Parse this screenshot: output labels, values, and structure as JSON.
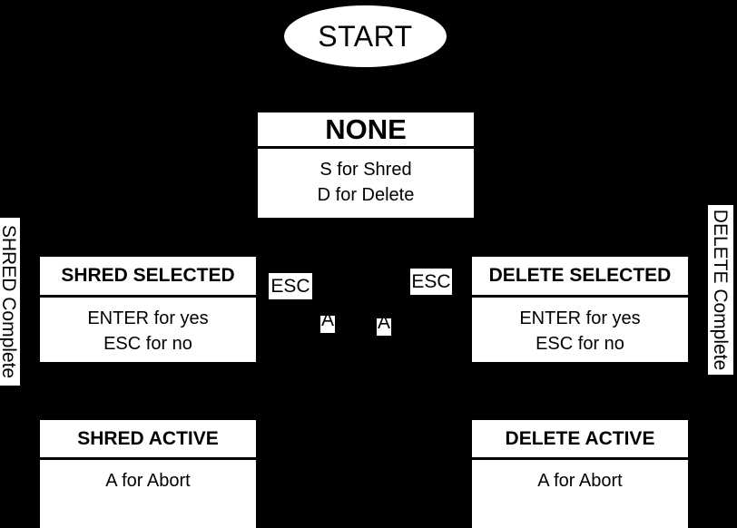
{
  "diagram": {
    "type": "state-machine",
    "title": "Shred / Delete state diagram",
    "background_color": "#000000",
    "node_fill_color": "#ffffff",
    "text_color": "#000000",
    "start": {
      "label": "START",
      "shape": "ellipse"
    },
    "states": [
      {
        "id": "none",
        "title": "NONE",
        "body": [
          "S for Shred",
          "D for Delete"
        ]
      },
      {
        "id": "shred-selected",
        "title": "SHRED SELECTED",
        "body": [
          "ENTER for yes",
          "ESC for no"
        ]
      },
      {
        "id": "delete-selected",
        "title": "DELETE SELECTED",
        "body": [
          "ENTER for yes",
          "ESC for no"
        ]
      },
      {
        "id": "shred-active",
        "title": "SHRED ACTIVE",
        "body": [
          "A for Abort"
        ]
      },
      {
        "id": "delete-active",
        "title": "DELETE ACTIVE",
        "body": [
          "A for Abort"
        ]
      }
    ],
    "edge_labels": {
      "esc_left": "ESC",
      "esc_right": "ESC",
      "abort_left": "A",
      "abort_right": "A",
      "shred_complete": "SHRED Complete",
      "delete_complete": "DELETE Complete"
    }
  }
}
